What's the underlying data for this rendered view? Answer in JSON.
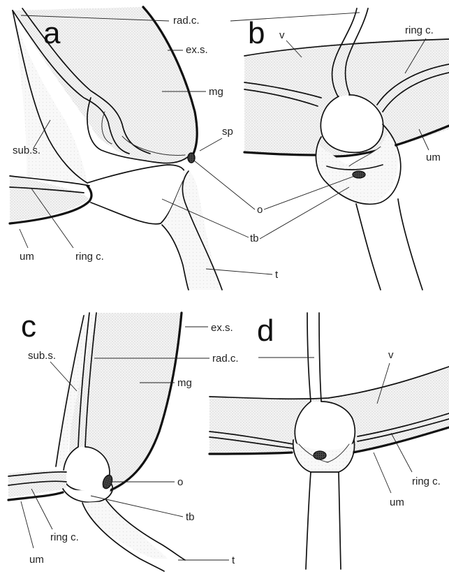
{
  "figure": {
    "panels": {
      "a": {
        "letter": "a",
        "labels": {
          "rad_c": "rad.c.",
          "ex_s": "ex.s.",
          "mg": "mg",
          "sp": "sp",
          "sub_s": "sub.s.",
          "o": "o",
          "ring_c": "ring c.",
          "tb": "tb",
          "um": "um",
          "t": "t"
        }
      },
      "b": {
        "letter": "b",
        "labels": {
          "v": "v",
          "ring_c": "ring c.",
          "um": "um"
        }
      },
      "c": {
        "letter": "c",
        "labels": {
          "ex_s": "ex.s.",
          "sub_s": "sub.s.",
          "rad_c": "rad.c.",
          "mg": "mg",
          "o": "o",
          "tb": "tb",
          "ring_c": "ring c.",
          "um": "um",
          "t": "t"
        }
      },
      "d": {
        "letter": "d",
        "labels": {
          "v": "v",
          "ring_c": "ring c.",
          "um": "um"
        }
      }
    }
  }
}
